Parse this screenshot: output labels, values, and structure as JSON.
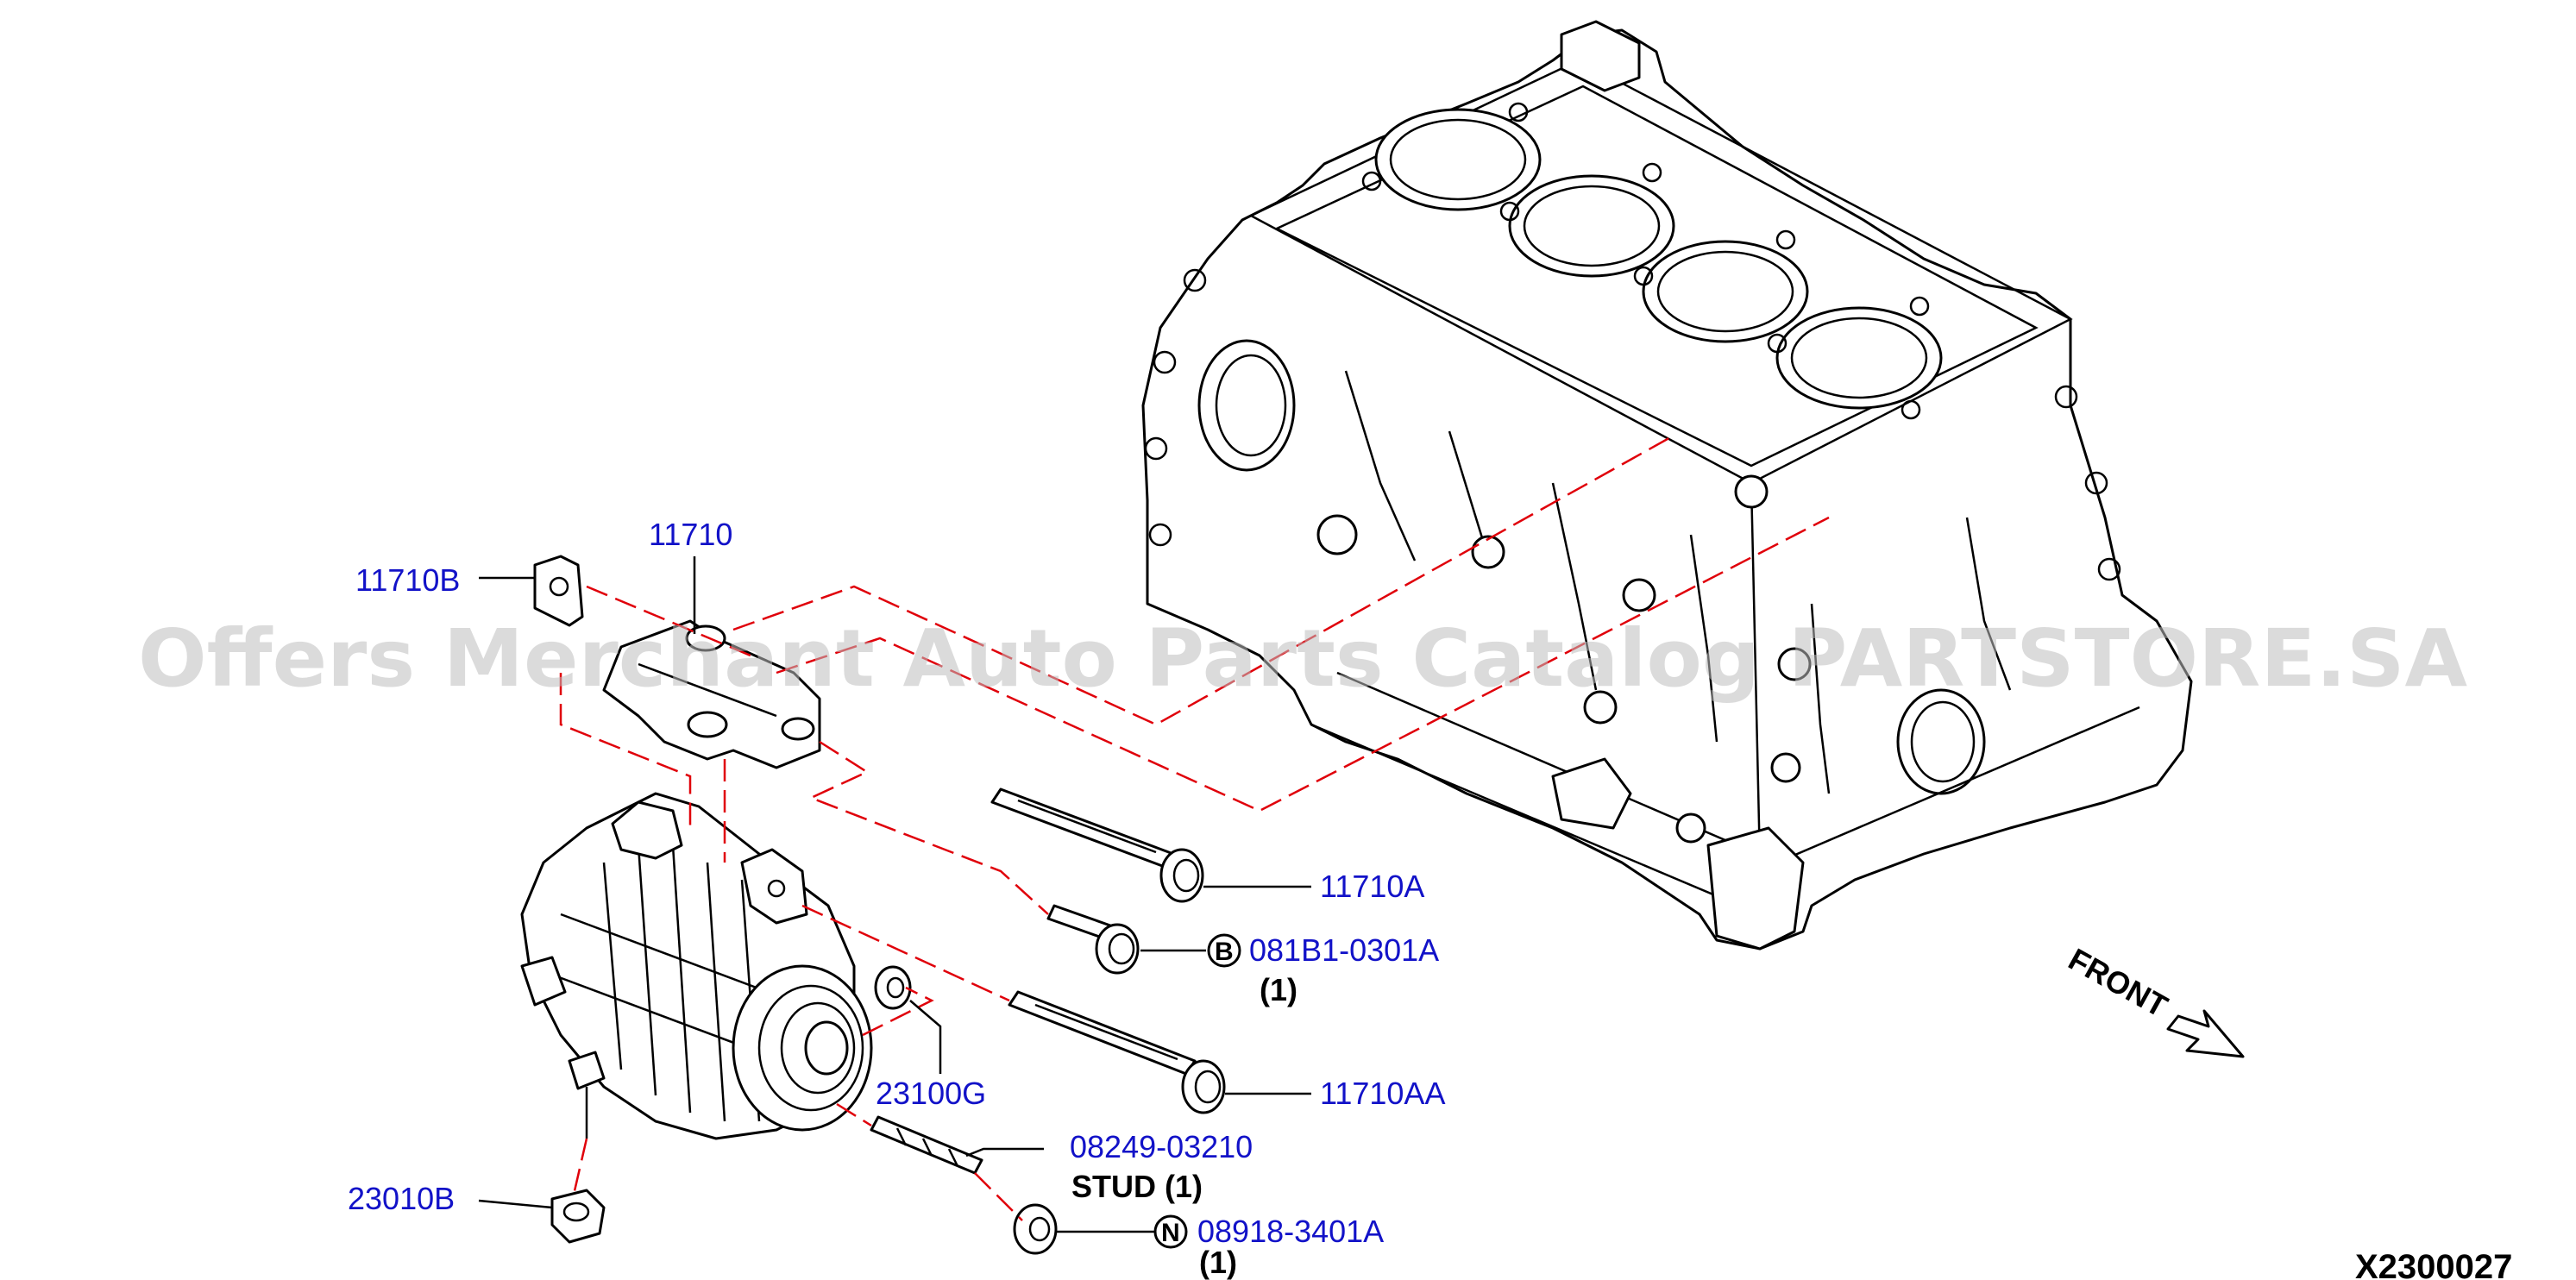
{
  "watermark": "Offers Merchant Auto Parts Catalog PARTSTORE.SA",
  "diagram_code": "X2300027",
  "front_label": "FRONT",
  "callouts": {
    "bracket_11710": "11710",
    "bushing_11710B": "11710B",
    "bolt_11710A": "11710A",
    "bolt_081B1": "081B1-0301A",
    "bolt_081B1_qty": "(1)",
    "bolt_081B1_badge": "B",
    "bolt_11710AA": "11710AA",
    "spacer_23100G": "23100G",
    "stud_08249": "08249-03210",
    "stud_label": "STUD (1)",
    "nut_23010B": "23010B",
    "nut_08918": "08918-3401A",
    "nut_08918_qty": "(1)",
    "nut_08918_badge": "N"
  }
}
